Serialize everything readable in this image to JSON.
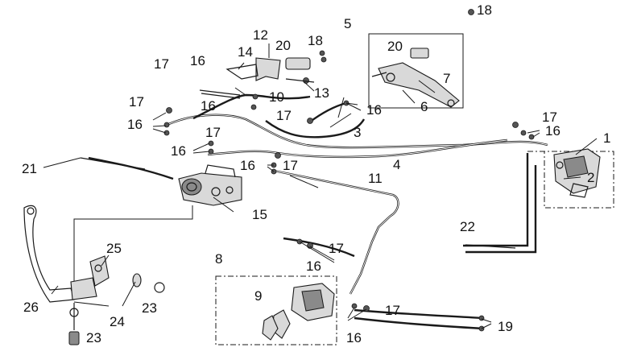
{
  "callouts": [
    "1",
    "2",
    "3",
    "4",
    "5",
    "6",
    "7",
    "8",
    "9",
    "10",
    "11",
    "12",
    "13",
    "14",
    "15",
    "16",
    "17",
    "18",
    "19",
    "20",
    "21",
    "22",
    "23",
    "24",
    "25",
    "26"
  ],
  "colors": {
    "line": "#1a1a1a",
    "part": "#d9d9d9",
    "shade": "#8a8a8a",
    "background": "#ffffff"
  }
}
